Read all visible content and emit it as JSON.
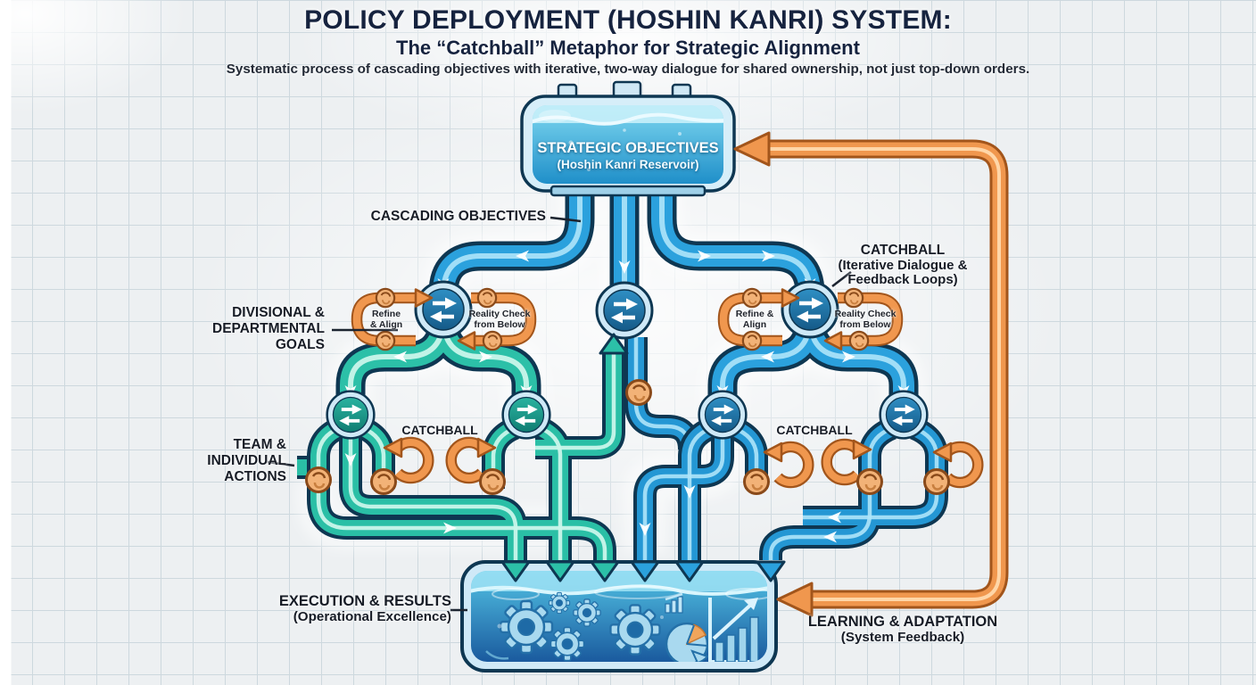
{
  "header": {
    "title": "POLICY DEPLOYMENT (HOSHIN KANRI) SYSTEM:",
    "subtitle": "The “Catchball” Metaphor for Strategic Alignment",
    "description": "Systematic process of cascading objectives with iterative, two-way dialogue for shared ownership, not just top-down orders."
  },
  "diagram": {
    "reservoir": {
      "title": "STRATEGIC OBJECTIVES",
      "subtitle": "(Hoshin Kanri Reservoir)"
    },
    "labels": {
      "cascading": "CASCADING OBJECTIVES",
      "catchball_right": {
        "line1": "CATCHBALL",
        "line2": "(Iterative Dialogue &",
        "line3": "Feedback Loops)"
      },
      "divisional": {
        "line1": "DIVISIONAL &",
        "line2": "DEPARTMENTAL",
        "line3": "GOALS"
      },
      "team": {
        "line1": "TEAM &",
        "line2": "INDIVIDUAL",
        "line3": "ACTIONS"
      },
      "catchball_mid_left": "CATCHBALL",
      "catchball_mid_right": "CATCHBALL",
      "execution": {
        "line1": "EXECUTION & RESULTS",
        "line2": "(Operational Excellence)"
      },
      "learning": {
        "line1": "LEARNING & ADAPTATION",
        "line2": "(System Feedback)"
      }
    },
    "badges": {
      "refine_left": {
        "line1": "Refine",
        "line2": "& Align"
      },
      "reality_left": {
        "line1": "Reality Check",
        "line2": "from Below"
      },
      "refine_right": {
        "line1": "Refine &",
        "line2": "Align"
      },
      "reality_right": {
        "line1": "Reality Check",
        "line2": "from Below"
      }
    },
    "colors": {
      "pipe_blue": "#2ba1dd",
      "pipe_teal": "#2cc0a8",
      "feedback_orange": "#f0974e",
      "outline_navy": "#0e3752",
      "title_navy": "#16233f"
    }
  }
}
